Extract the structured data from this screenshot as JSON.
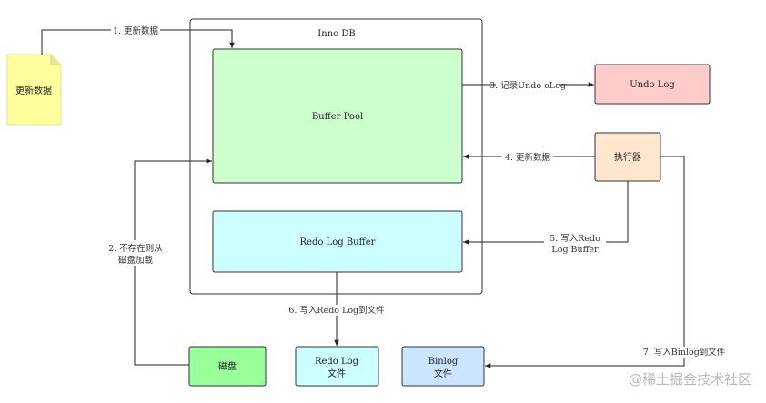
{
  "nodes": {
    "innodb": {
      "label": "Inno DB"
    },
    "note": {
      "label": "更新数据",
      "color": "#ffff9c"
    },
    "buffer_pool": {
      "label": "Buffer Pool",
      "color": "#ccffcc"
    },
    "redo_log_buffer": {
      "label": "Redo Log Buffer",
      "color": "#ccffff"
    },
    "undo_log": {
      "label": "Undo Log",
      "color": "#ffcccc"
    },
    "executor": {
      "label": "执行器",
      "color": "#ffe6cc"
    },
    "disk": {
      "label": "磁盘",
      "color": "#99ff99"
    },
    "redo_log_file": {
      "lines": [
        "Redo Log",
        "文件"
      ],
      "color": "#ccffff"
    },
    "binlog_file": {
      "lines": [
        "Binlog",
        "文件"
      ],
      "color": "#cce5ff"
    }
  },
  "edges": {
    "step1": {
      "label": "1. 更新数据"
    },
    "step2": {
      "lines": [
        "2. 不存在则从",
        "磁盘加载"
      ]
    },
    "step3": {
      "label": "3. 记录Undo oLog"
    },
    "step4": {
      "label": "4. 更新数据"
    },
    "step5": {
      "lines": [
        "5. 写入Redo",
        "Log Buffer"
      ]
    },
    "step6": {
      "label": "6. 写入Redo Log到文件"
    },
    "step7": {
      "label": "7. 写入Binlog到文件"
    }
  },
  "watermark": {
    "label": "@稀土掘金技术社区"
  }
}
